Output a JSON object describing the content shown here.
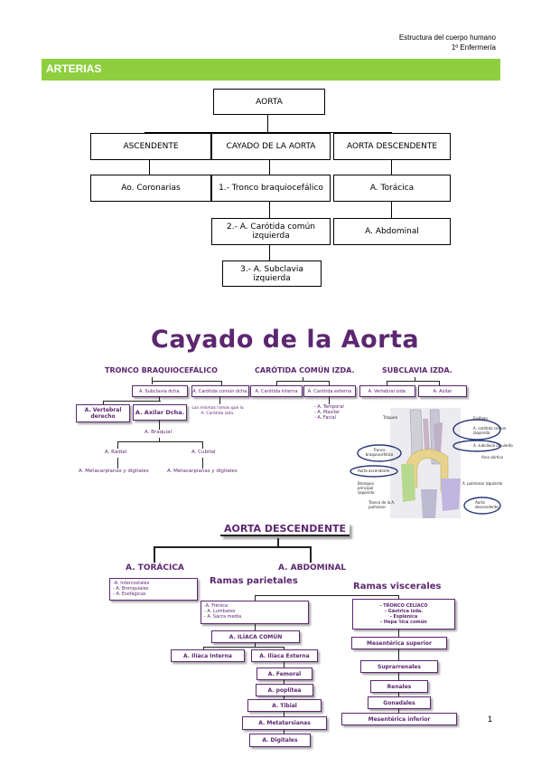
{
  "header": {
    "line1": "Estructura del cuerpo humano",
    "line2": "1º Enfermería"
  },
  "section_title": "ARTERIAS",
  "aorta_tree": {
    "root": "AORTA",
    "ascendente": "ASCENDENTE",
    "cayado": "CAYADO DE LA AORTA",
    "descendente": "AORTA DESCENDENTE",
    "coronarias": "Ao. Coronarias",
    "tronco": "1.- Tronco braquiocefálico",
    "carotida": "2.- A. Carótida común izquierda",
    "subclavia": "3.- A. Subclavia izquierda",
    "toracica": "A. Torácica",
    "abdominal": "A. Abdominal"
  },
  "cayado_figure": {
    "title": "Cayado de la Aorta",
    "col1": "TRONCO BRAQUIOCEFÁLICO",
    "col2": "CARÓTIDA COMÚN IZDA.",
    "col3": "SUBCLAVIA IZDA.",
    "subclavia_dcha": "A. Subclavia dcha.",
    "carotida_dcha": "A. Carótida común dcha.",
    "vertebral_derecho": "A. Vertebral derecho",
    "axilar_dcha": "A. Axilar Dcha.",
    "ramas_note": "Las mismas ramas que la A. Carótida izda.",
    "braquial": "A. Braquial",
    "radial": "A. Radial",
    "cubital": "A. Cubital",
    "metacarpianas1": "A. Metacarpianas y digitales",
    "metacarpianas2": "A. Metacarpianas y digitales",
    "car_interna": "A. Carótida interna",
    "car_externa": "A. Carótida externa",
    "ext_branches": [
      "- A. Temporal",
      "- A. Maxilar",
      "- A. Facial"
    ],
    "vertebral_izda": "A. Vertebral izda.",
    "axilar": "A. Axilar",
    "illus_labels": {
      "traquea": "Tráquea",
      "esofago": "Esófago",
      "carotida_izq": "A. carótida común izquierda",
      "subclavia_izq": "A. subclavia izquierda",
      "arco": "Arco aórtico",
      "tronco": "Tronco braquiocefálico",
      "aorta_asc": "Aorta ascendente",
      "bronquio": "Bronquio principal izquierdo",
      "pulmonar_izq": "A. pulmonar izquierda",
      "tronco_pulm": "Tronco de la A. pulmonar",
      "aorta_desc": "Aorta descendente"
    }
  },
  "descendente_figure": {
    "title": "AORTA DESCENDENTE",
    "toracica": "A. TORÁCICA",
    "abdominal": "A. ABDOMINAL",
    "tor_branches": [
      "-A. Intercostales",
      "- A. Bronquiales",
      "- A. Esofágicas"
    ],
    "parietales_title": "Ramas parietales",
    "parietales": [
      "-A. Frénica",
      "- A. Lumbares",
      "- A. Sacra media"
    ],
    "viscerales_title": "Ramas viscerales",
    "celiaco": [
      "- TRONCO CELÍACO",
      "- Gástrica izda.",
      "- Esplénica",
      "- Hepa´tica común"
    ],
    "iliaca_comun": "A. ILÍACA COMÚN",
    "iliaca_interna": "A. Ilíaca Interna",
    "iliaca_externa": "A. Ilíaca Externa",
    "femoral": "A. Femoral",
    "poplitea": "A. poplítea",
    "tibial": "A. Tibial",
    "metatarsianas": "A. Metatarsianas",
    "digitales": "A. Digitales",
    "mes_sup": "Mesentérica superior",
    "suprarrenales": "Suprarrenales",
    "renales": "Renales",
    "gonadales": "Gonadales",
    "mes_inf": "Mesentérica inferior"
  },
  "page_number": "1",
  "colors": {
    "band": "#8fcf3f",
    "purple": "#5c2770"
  }
}
